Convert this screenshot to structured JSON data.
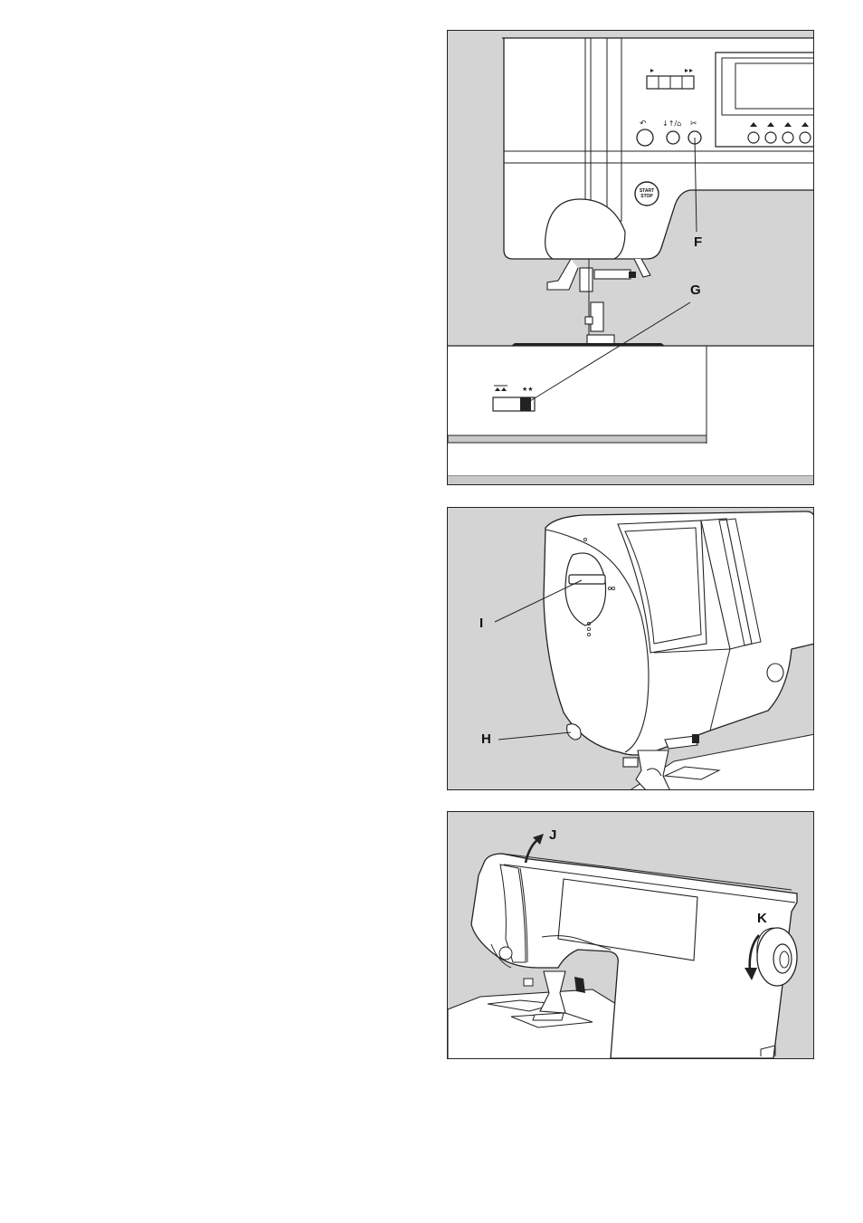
{
  "figure_1": {
    "labels": {
      "f": "F",
      "g": "G"
    },
    "start_stop_line1": "START",
    "start_stop_line2": "STOP"
  },
  "figure_2": {
    "labels": {
      "h": "H",
      "i": "I"
    }
  },
  "figure_3": {
    "labels": {
      "j": "J",
      "k": "K"
    }
  },
  "colors": {
    "background_gray": "#d4d4d4",
    "machine_white": "#ffffff",
    "line": "#222222"
  }
}
